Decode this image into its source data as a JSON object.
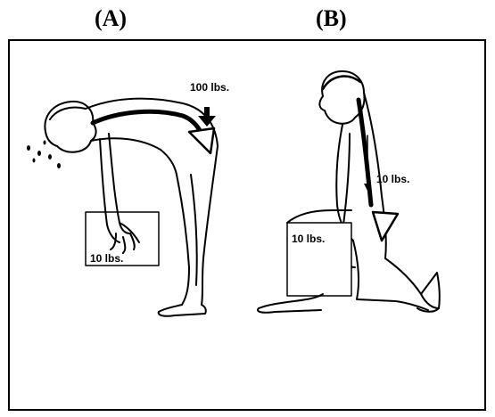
{
  "labels": {
    "panel_a": "(A)",
    "panel_b": "(B)"
  },
  "figure_a": {
    "back_load": "100 lbs.",
    "box_weight": "10 lbs."
  },
  "figure_b": {
    "back_load": "10 lbs.",
    "box_weight": "10 lbs."
  }
}
